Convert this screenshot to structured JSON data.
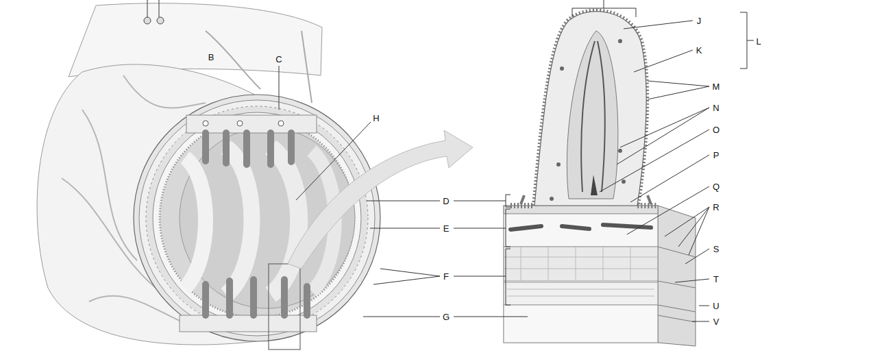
{
  "diagram": {
    "labels": [
      "B",
      "C",
      "H",
      "D",
      "E",
      "F",
      "G",
      "J",
      "K",
      "L",
      "M",
      "N",
      "O",
      "P",
      "Q",
      "R",
      "S",
      "T",
      "U",
      "V"
    ]
  }
}
